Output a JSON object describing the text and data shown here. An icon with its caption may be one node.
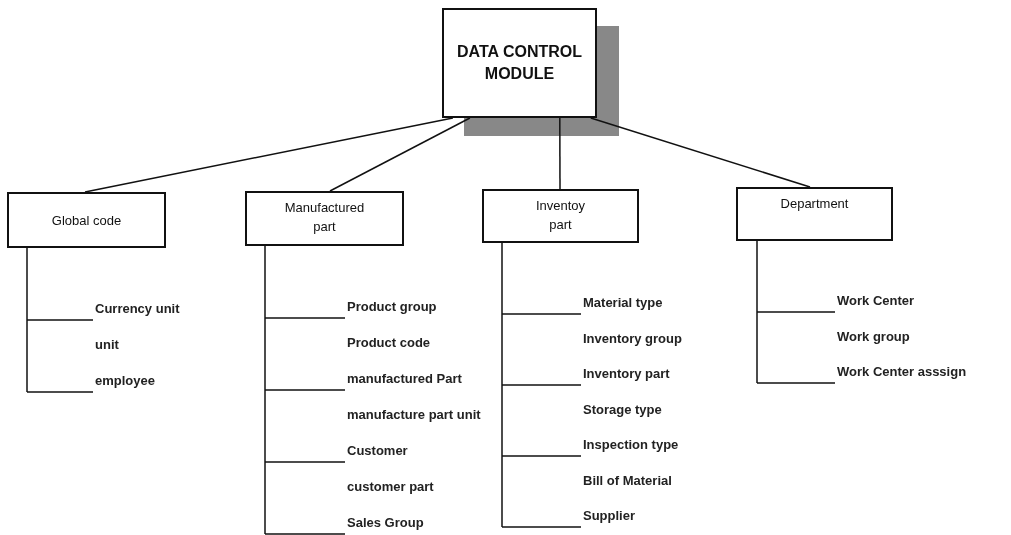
{
  "diagram": {
    "nodes": [
      {
        "text": [
          "DATA CONTROL MODULE"
        ]
      },
      {
        "text": [
          "Global code"
        ]
      },
      {
        "text": [
          "Manufactured part"
        ]
      },
      {
        "text": [
          "Inventoy part"
        ]
      },
      {
        "text": [
          "Department"
        ]
      }
    ],
    "edges": [
      {
        "from": 0,
        "to": 1,
        "arrow": "none"
      },
      {
        "from": 0,
        "to": 2,
        "arrow": "none"
      },
      {
        "from": 0,
        "to": 3,
        "arrow": "none"
      },
      {
        "from": 0,
        "to": 4,
        "arrow": "none"
      }
    ],
    "labels": [
      "Currency unit",
      "unit",
      "employee",
      "Product group",
      "Product code",
      "manufactured Part",
      "manufacture part unit",
      "Customer",
      "customer part",
      "Sales Group",
      "Material type",
      "Inventory group",
      "Inventory part",
      "Storage type",
      "Inspection type",
      "Bill of Material",
      "Supplier",
      "Work Center",
      "Work group",
      "Work Center asssign"
    ]
  }
}
